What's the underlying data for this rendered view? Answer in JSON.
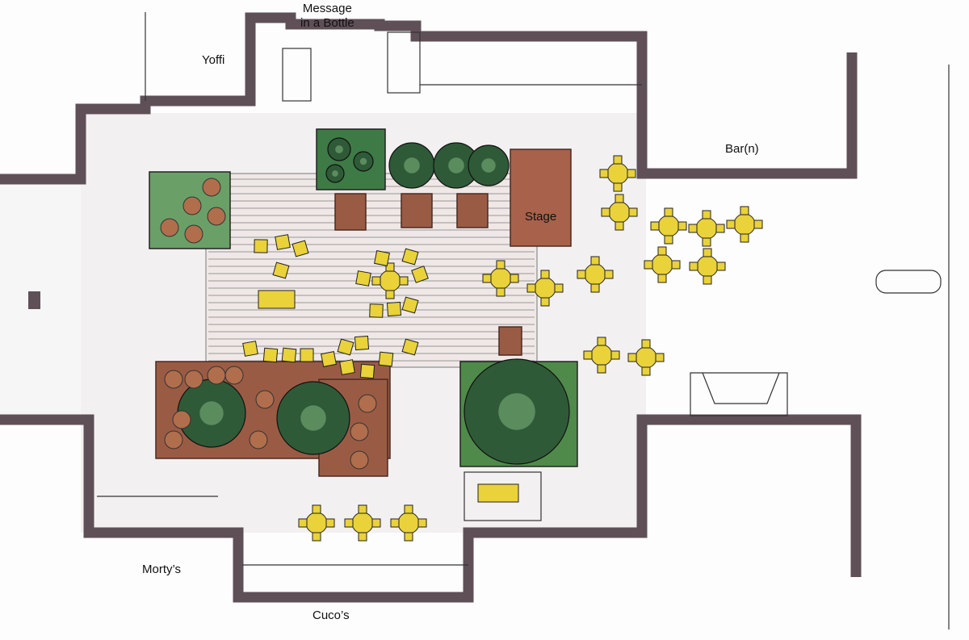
{
  "labels": {
    "message_in_a_bottle_1": "Message",
    "message_in_a_bottle_2": "in a Bottle",
    "yoffi": "Yoffi",
    "barn": "Bar(n)",
    "stage": "Stage",
    "mortys": "Morty’s",
    "cucos": "Cuco’s"
  },
  "colors": {
    "wall": "#5f5057",
    "plaza": "#f1efef",
    "deck": "#9a5b45",
    "planter": "#4f8a4a",
    "tree": "#2f5a37",
    "furniture": "#e9d23a",
    "ink": "#2a2226"
  }
}
